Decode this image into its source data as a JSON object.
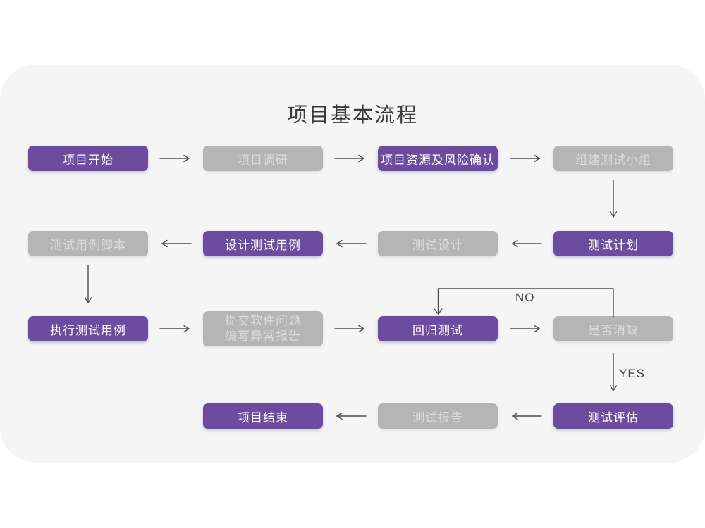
{
  "title": "项目基本流程",
  "nodes": [
    {
      "id": "project-start",
      "label": "项目开始",
      "variant": "purple"
    },
    {
      "id": "project-research",
      "label": "项目调研",
      "variant": "gray"
    },
    {
      "id": "resource-risk-confirm",
      "label": "项目资源及风险确认",
      "variant": "purple"
    },
    {
      "id": "build-test-team",
      "label": "组建测试小组",
      "variant": "gray"
    },
    {
      "id": "test-case-script",
      "label": "测试用例脚本",
      "variant": "gray"
    },
    {
      "id": "design-test-case",
      "label": "设计测试用例",
      "variant": "purple"
    },
    {
      "id": "test-design",
      "label": "测试设计",
      "variant": "gray"
    },
    {
      "id": "test-plan",
      "label": "测试计划",
      "variant": "purple"
    },
    {
      "id": "execute-test-case",
      "label": "执行测试用例",
      "variant": "purple"
    },
    {
      "id": "submit-issue-report",
      "label": "提交软件问题\n编写异常报告",
      "variant": "gray"
    },
    {
      "id": "regression-test",
      "label": "回归测试",
      "variant": "purple"
    },
    {
      "id": "defect-cleared",
      "label": "是否消缺",
      "variant": "gray"
    },
    {
      "id": "project-end",
      "label": "项目结束",
      "variant": "purple"
    },
    {
      "id": "test-report",
      "label": "测试报告",
      "variant": "gray"
    },
    {
      "id": "test-evaluation",
      "label": "测试评估",
      "variant": "purple"
    }
  ],
  "edge_labels": {
    "no": "NO",
    "yes": "YES"
  },
  "colors": {
    "node_purple": "#6d4b9e",
    "node_gray": "#b5b5b5",
    "card_background": "#f5f5f6",
    "arrow": "#4c4c4c",
    "purple_node_text": "#ffffff",
    "gray_node_text": "#dcdcdc",
    "title_text": "#3a3a3a"
  }
}
